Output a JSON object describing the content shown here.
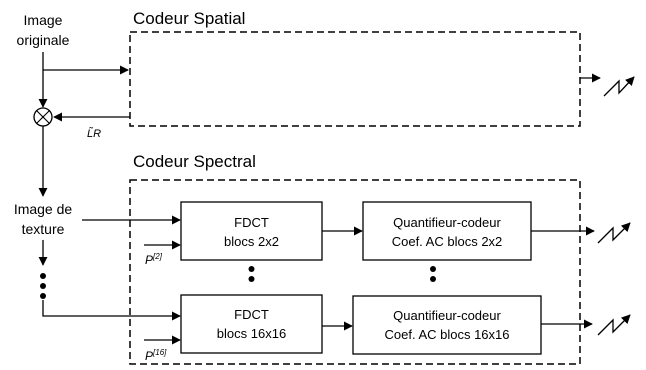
{
  "diagram": {
    "input_label_line1": "Image",
    "input_label_line2": "originale",
    "spatial_title": "Codeur Spatial",
    "spectral_title": "Codeur Spectral",
    "lr_label": "L̃R",
    "texture_label_line1": "Image de",
    "texture_label_line2": "texture",
    "fdct_2x2_line1": "FDCT",
    "fdct_2x2_line2": "blocs 2x2",
    "fdct_16x16_line1": "FDCT",
    "fdct_16x16_line2": "blocs 16x16",
    "quant_2x2_line1": "Quantifieur-codeur",
    "quant_2x2_line2": "Coef. AC blocs 2x2",
    "quant_16x16_line1": "Quantifieur-codeur",
    "quant_16x16_line2": "Coef. AC blocs 16x16",
    "p2_base": "P",
    "p2_sup": "[2]",
    "p16_base": "P",
    "p16_sup": "[16]"
  }
}
